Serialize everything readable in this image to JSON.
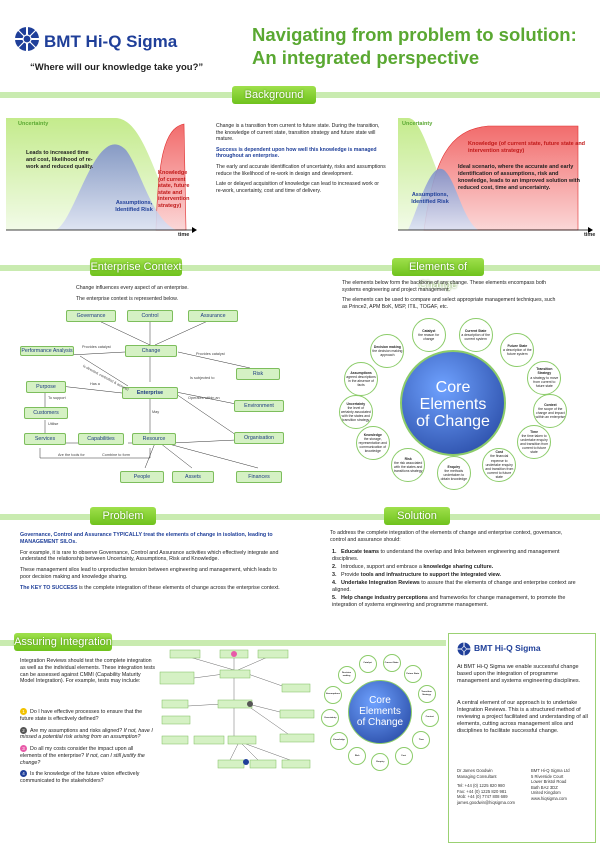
{
  "header": {
    "logo_text": "BMT Hi-Q Sigma",
    "tagline": "“Where will our knowledge take you?”",
    "title_line1": "Navigating from problem to solution:",
    "title_line2": "An integrated perspective",
    "logo_color": "#1f3f99",
    "title_color": "#5aa832"
  },
  "background": {
    "heading": "Background",
    "left_chart": {
      "uncertainty": "Uncertainty",
      "leads": "Leads to increased time and cost, likelihood of re-work and reduced quality.",
      "assumptions": "Assumptions, Identified Risk",
      "knowledge": "Knowledge (of current state, future state and intervention strategy)",
      "time": "time"
    },
    "right_chart": {
      "uncertainty": "Uncertainty",
      "knowledge": "Knowledge (of current state, future state and intervention strategy)",
      "ideal": "Ideal scenario, where the accurate and early identification of assumptions, risk and knowledge, leads to an improved solution with reduced cost, time and uncertainty.",
      "assumptions": "Assumptions, Identified Risk",
      "time": "time"
    },
    "p1": "Change is a transition from current to future state. During the transition, the knowledge of current state, transition strategy and future state will mature.",
    "p2": "Success is dependent upon how well this knowledge is managed throughout an enterprise.",
    "p3": "The early and accurate identification of uncertainty, risks and assumptions reduce the likelihood of re-work in design and development.",
    "p4": "Late or delayed acquisition of knowledge can lead to increased work or re-work, uncertainty, cost and time of delivery."
  },
  "enterprise": {
    "heading": "Enterprise Context",
    "p1": "Change influences every aspect of an enterprise.",
    "p2": "The enterprise context is represented below.",
    "nodes": {
      "governance": "Governance",
      "control": "Control",
      "assurance": "Assurance",
      "performance": "Performance Analysis",
      "change": "Change",
      "risk": "Risk",
      "purpose": "Purpose",
      "enterprise": "Enterprise",
      "environment": "Environment",
      "customers": "Customers",
      "services": "Services",
      "capabilities": "Capabilities",
      "resource": "Resource",
      "organisation": "Organisation",
      "people": "People",
      "assets": "Assets",
      "finances": "Finances"
    },
    "links": {
      "provides_catalyst": "Provides catalyst",
      "provides_catalyst2": "Provides catalyst",
      "is_subjected_to": "Is subjected to",
      "has_a": "Has a",
      "operates_within_an": "Operates within an",
      "to_support": "To support",
      "utilise": "Utilise",
      "are_the_tools_for": "Are the tools for",
      "combine_to_form": "Combine to form",
      "may": "May",
      "direction": "Is directed, controlled & assured"
    }
  },
  "elements": {
    "heading": "Elements of Change",
    "p1": "The elements below form the backbone of any change. These elements encompass both systems engineering and project management.",
    "p2": "The elements can be used to compare and select appropriate management techniques, such as Prince2, APM BoK, MSP, ITIL, TOGAF, etc.",
    "core1": "Core",
    "core2": "Elements",
    "core3": "of Change",
    "items": [
      {
        "name": "Catalyst",
        "desc": "the reason for change"
      },
      {
        "name": "Current State",
        "desc": "a description of the current system"
      },
      {
        "name": "Future State",
        "desc": "a description of the future system"
      },
      {
        "name": "Transition Strategy",
        "desc": "a strategy to move from current to future state"
      },
      {
        "name": "Context",
        "desc": "the scope of the change and impact within an enterprise"
      },
      {
        "name": "Time",
        "desc": "the time taken to undertake enquiry and transition from current to future state"
      },
      {
        "name": "Cost",
        "desc": "the financial expense to undertake enquiry and transition from current to future state"
      },
      {
        "name": "Enquiry",
        "desc": "the methods undertaken to obtain knowledge"
      },
      {
        "name": "Risk",
        "desc": "the risk associated with the states and transitions strategy"
      },
      {
        "name": "Knowledge",
        "desc": "the storage, representation and communication of knowledge"
      },
      {
        "name": "Uncertainty",
        "desc": "the level of certainty associated with the states and transition strategy"
      },
      {
        "name": "Assumptions",
        "desc": "agreed descriptions in the absence of facts"
      },
      {
        "name": "Decision making",
        "desc": "the decision making approach"
      }
    ]
  },
  "problem": {
    "heading": "Problem",
    "p1": "Governance, Control and Assurance TYPICALLY treat the elements of change in isolation, leading to MANAGEMENT SILOs.",
    "p2": "For example, it is rare to observe Governance, Control and Assurance activities which effectively integrate and understand the relationship between Uncertainty, Assumptions, Risk and Knowledge.",
    "p3": "These management silos lead to unproductive tension between engineering and management, which leads to poor decision making and knowledge sharing.",
    "p4_bold": "The KEY TO SUCCESS",
    "p4_rest": " is the complete integration of these elements of change across the enterprise context."
  },
  "solution": {
    "heading": "Solution",
    "intro": "To address the complete integration of the elements of change and enterprise context, governance, control and assurance should:",
    "steps": [
      {
        "n": "1.",
        "b": "Educate teams",
        "t": " to understand the overlap and links between engineering and management disciplines."
      },
      {
        "n": "2.",
        "b": "",
        "t": "Introduce, support and embrace a ",
        "b2": "knowledge sharing culture."
      },
      {
        "n": "3.",
        "b": "",
        "t": "Provide ",
        "b2": "tools and infrastructure to support the integrated view."
      },
      {
        "n": "4.",
        "b": "Undertake Integration Reviews",
        "t": " to assure that the elements of change and enterprise context are aligned."
      },
      {
        "n": "5.",
        "b": "Help change industry perceptions",
        "t": " and frameworks for change management, to promote the integration of systems engineering and programme management."
      }
    ]
  },
  "assuring": {
    "heading": "Assuring Integration",
    "p1": "Integration Reviews should test the complete integration as well as the individual elements. These integration tests can be assessed against CMMI (Capability Maturity Model Integration). For example, tests may include:",
    "q1": "Do I have effective processes to ensure that the future state is effectively defined?",
    "q2a": "Are my assumptions and risks aligned?",
    "q2b": "If not, have I missed a potential risk arising from an assumption?",
    "q3a": "Do all my costs consider the impact upon all elements of the enterprise?",
    "q3b": "If not, can I still justify the change?",
    "q4": "Is the knowledge of the future vision effectively communicated to the stakeholders?",
    "q_colors": [
      "#f2c200",
      "#555555",
      "#e85aa8",
      "#1f3f99"
    ]
  },
  "contact": {
    "logo_text": "BMT Hi-Q Sigma",
    "p1": "At BMT Hi-Q Sigma we enable successful change based upon the integration of programme management and systems engineering disciplines.",
    "p2": "A central element of our approach is to undertake Integration Reviews. This is a structured method of reviewing a project facilitated and understanding of all elements, cutting across management silos and disciplines to facilitate successful change.",
    "name": "Dr James Goodwin",
    "role": "Managing Consultant",
    "tel": "Tel:  +44 (0) 1225 820 980",
    "fax": "Fax: +44 (0) 1225 820 981",
    "mob": "Mob: +44 (0) 7747 808 689",
    "email": "james.goodwin@hiqsigma.com",
    "addr1": "BMT Hi-Q Sigma Ltd",
    "addr2": "5 Riverside Court",
    "addr3": "Lower Bristol Road",
    "addr4": "Bath BA2 3DZ",
    "addr5": "United Kingdom",
    "web": "www.hiqsigma.com"
  }
}
